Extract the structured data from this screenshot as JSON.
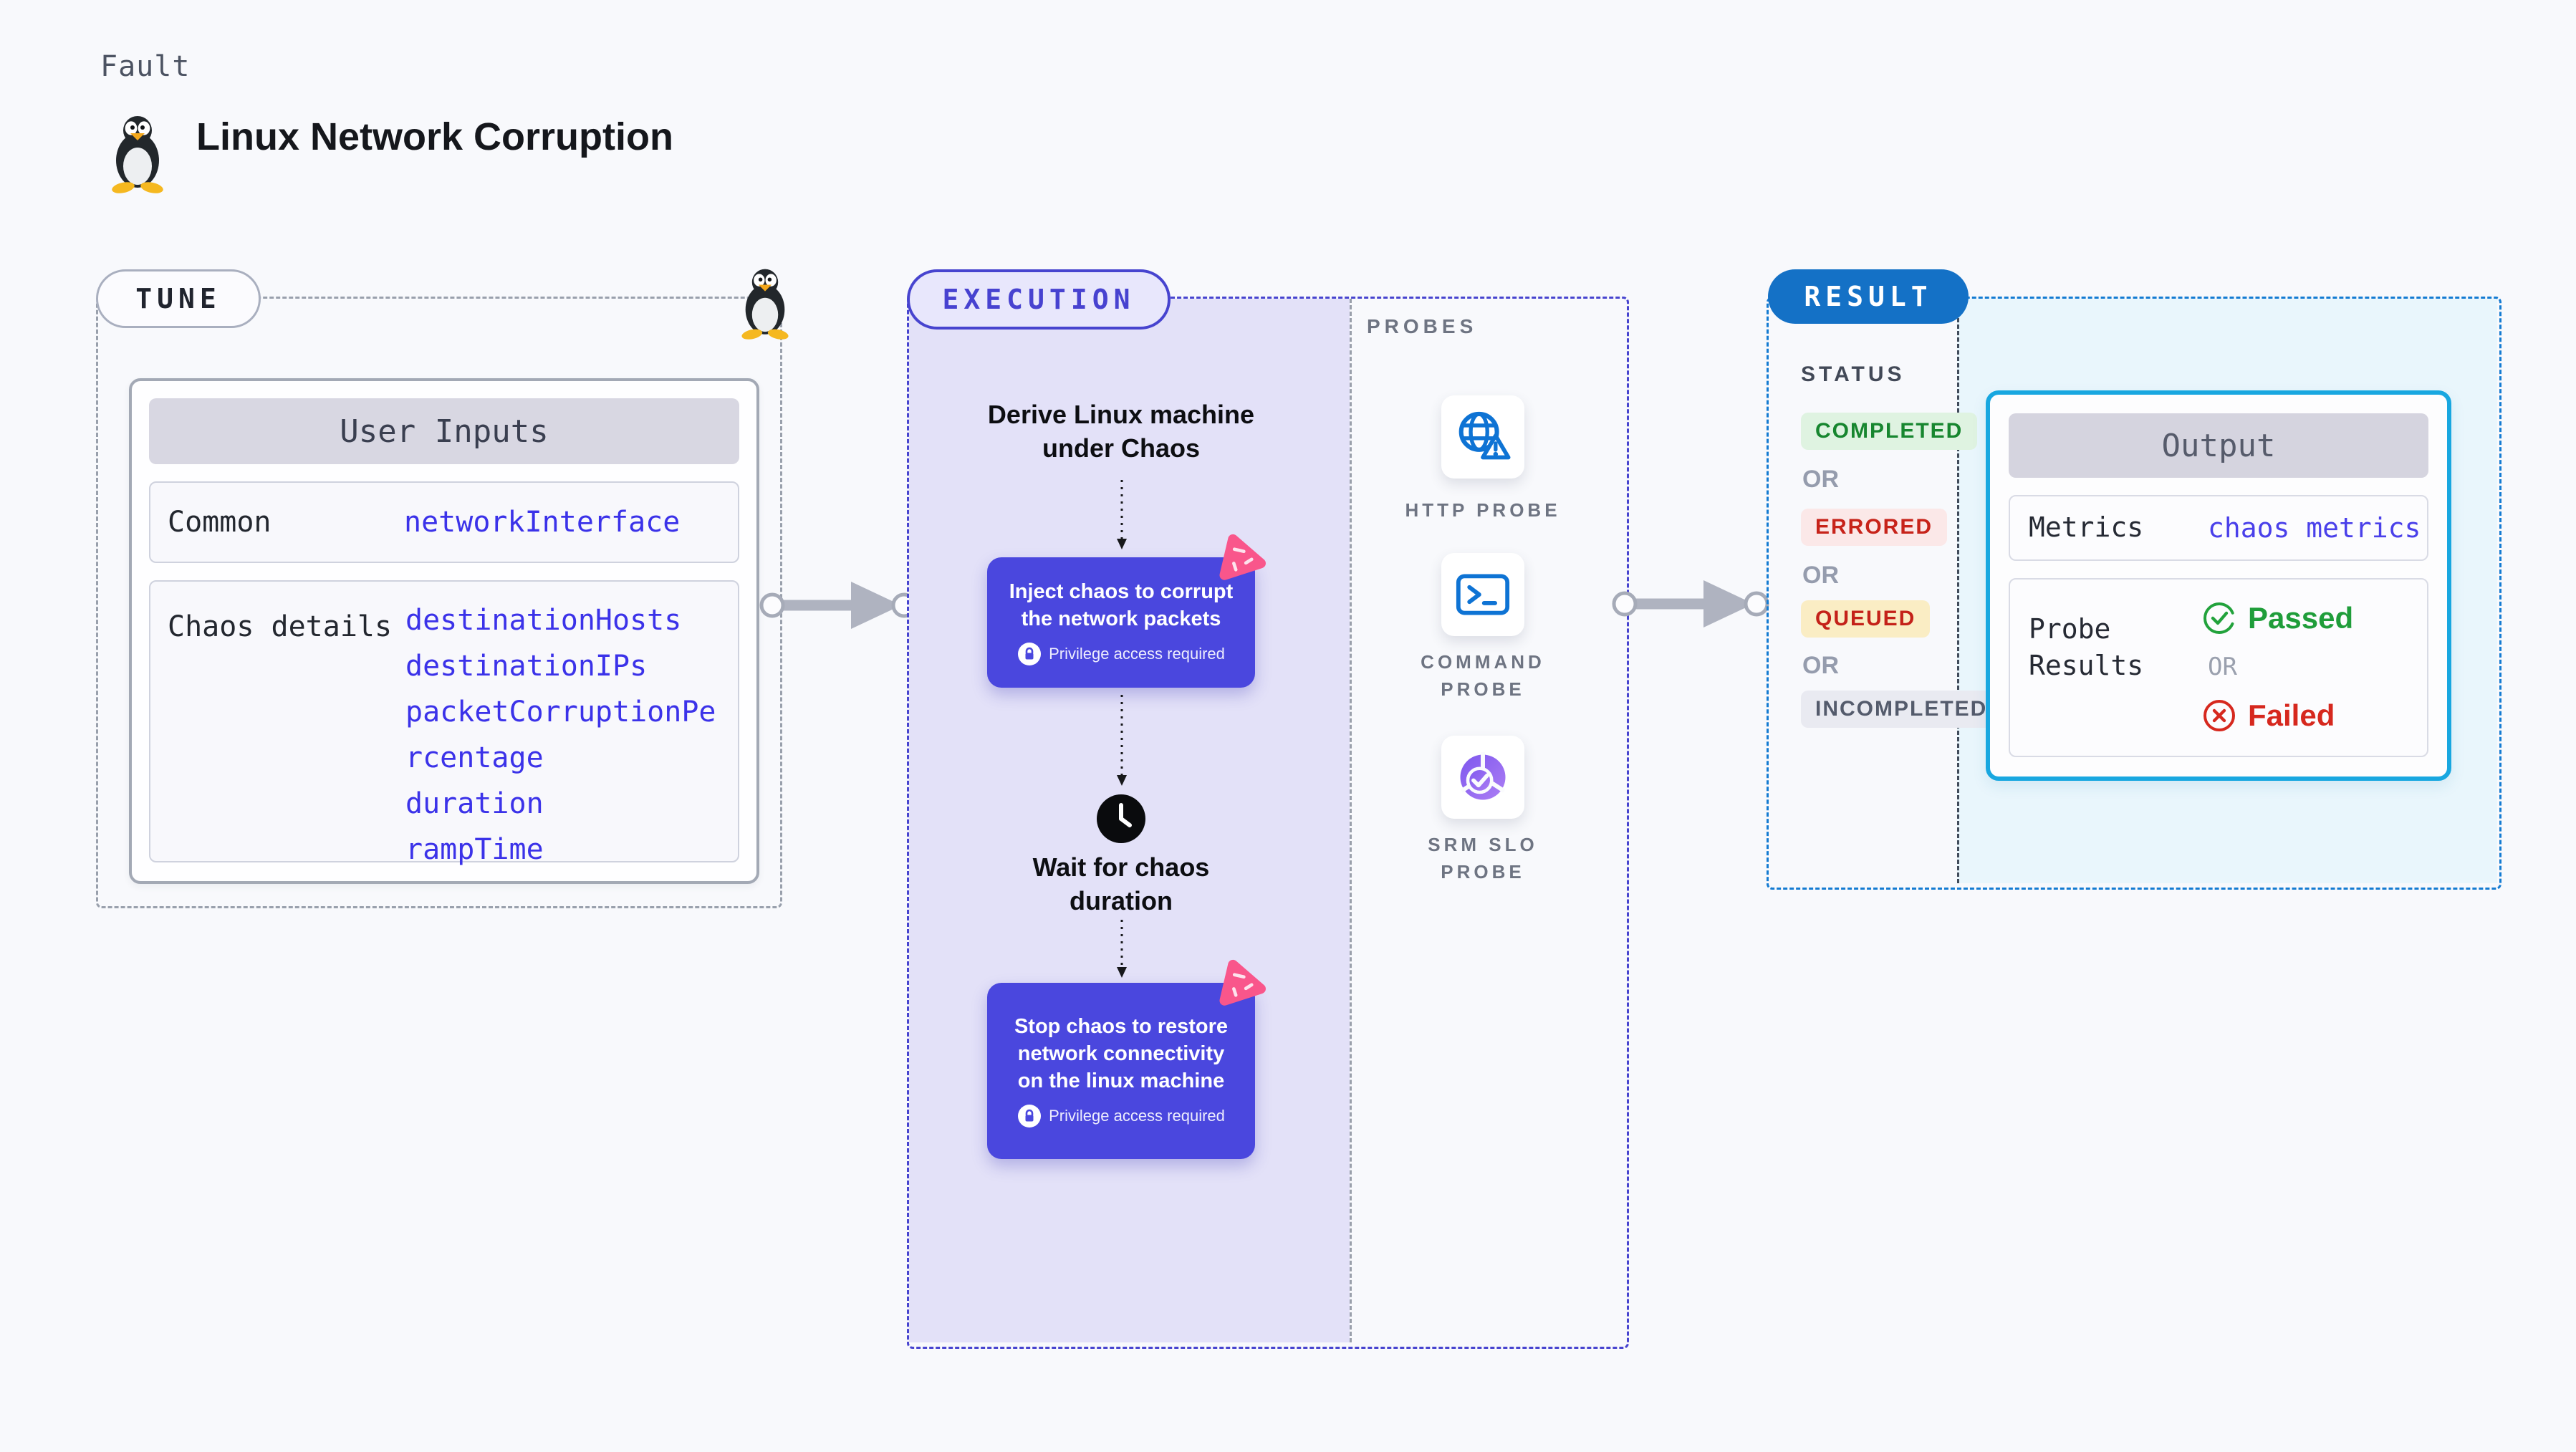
{
  "header": {
    "kicker": "Fault",
    "title": "Linux Network Corruption",
    "icon": "tux-penguin-icon"
  },
  "tune": {
    "badge": "TUNE",
    "table_title": "User Inputs",
    "rows": [
      {
        "label": "Common",
        "values": [
          "networkInterface"
        ]
      },
      {
        "label": "Chaos details",
        "values": [
          "destinationHosts",
          "destinationIPs",
          "packetCorruptionPercentage",
          "duration",
          "rampTime"
        ]
      }
    ]
  },
  "execution": {
    "badge": "EXECUTION",
    "steps": {
      "derive": "Derive Linux machine under Chaos",
      "inject": "Inject chaos to corrupt the network packets",
      "wait": "Wait for chaos duration",
      "stop": "Stop chaos to restore network connectivity on the linux machine"
    },
    "privilege_note": "Privilege access required"
  },
  "probes": {
    "title": "PROBES",
    "items": [
      {
        "label": "HTTP PROBE",
        "icon": "globe-warning-icon"
      },
      {
        "label": "COMMAND PROBE",
        "icon": "terminal-icon"
      },
      {
        "label": "SRM SLO PROBE",
        "icon": "slo-donut-check-icon"
      }
    ]
  },
  "result": {
    "badge": "RESULT",
    "status_title": "STATUS",
    "or_label": "OR",
    "statuses": [
      {
        "label": "COMPLETED",
        "type": "completed"
      },
      {
        "label": "ERRORED",
        "type": "errored"
      },
      {
        "label": "QUEUED",
        "type": "queued"
      },
      {
        "label": "INCOMPLETED",
        "type": "incompleted"
      }
    ],
    "output": {
      "title": "Output",
      "metrics_label": "Metrics",
      "metrics_value": "chaos metrics",
      "probe_results_label": "Probe Results",
      "passed_label": "Passed",
      "or_label": "OR",
      "failed_label": "Failed"
    }
  },
  "colors": {
    "page_bg": "#F8F9FC",
    "indigo_accent": "#4744CF",
    "node_indigo": "#4A47DE",
    "value_blue": "#3B32E9",
    "execution_fill": "#E3E1F8",
    "result_blue": "#1471C6",
    "result_dash_blue": "#147BD2",
    "output_border_cyan": "#18A7E0",
    "output_fill_cyan": "#E9F6FC",
    "completed_green": "#17862F",
    "errored_red": "#C7231A",
    "queued_yellow_bg": "#FAEDC4",
    "passed_green": "#1F9D3A",
    "failed_red": "#D6281E",
    "probe_icon_blue": "#0E73D4",
    "chaos_pink": "#F9568B",
    "arrow_gray": "#AFB3C0"
  }
}
